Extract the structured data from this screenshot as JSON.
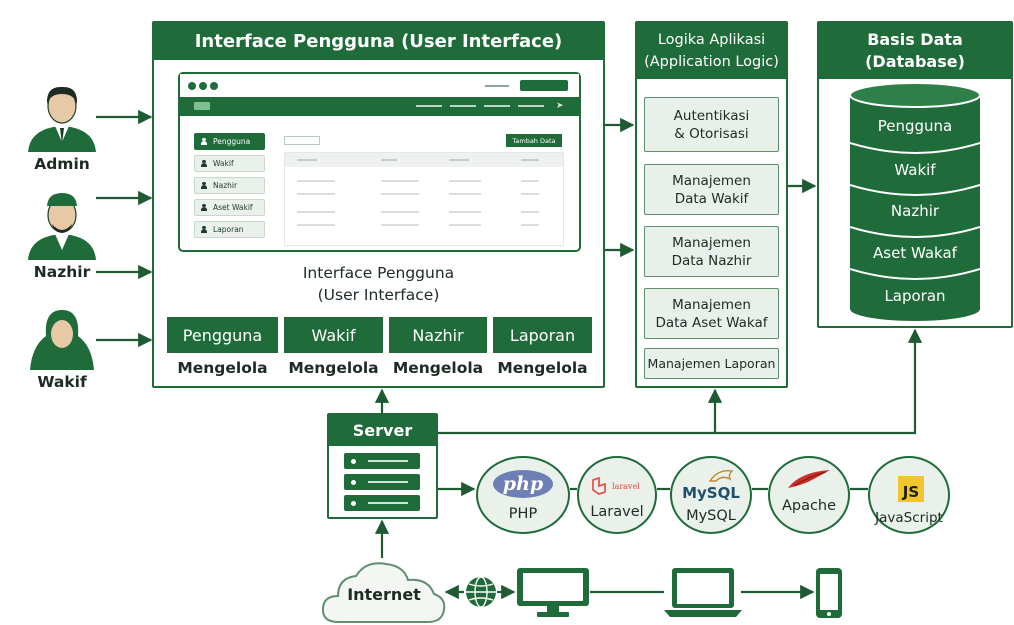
{
  "ui_panel": {
    "title": "Interface Pengguna (User Interface)",
    "caption_line1": "Interface Pengguna",
    "caption_line2": "(User Interface)",
    "mockup": {
      "add_button": "Tambah Data",
      "sidebar": [
        "Pengguna",
        "Wakif",
        "Nazhir",
        "Aset Wakif",
        "Laporan"
      ]
    },
    "modules": [
      {
        "name": "Pengguna",
        "action": "Mengelola"
      },
      {
        "name": "Wakif",
        "action": "Mengelola"
      },
      {
        "name": "Nazhir",
        "action": "Mengelola"
      },
      {
        "name": "Laporan",
        "action": "Mengelola"
      }
    ]
  },
  "roles": [
    "Admin",
    "Nazhir",
    "Wakif"
  ],
  "logic": {
    "title_line1": "Logika Aplikasi",
    "title_line2": "(Application Logic)",
    "items": [
      [
        "Autentikasi",
        "& Otorisasi"
      ],
      [
        "Manajemen",
        "Data Wakif"
      ],
      [
        "Manajemen",
        "Data Nazhir"
      ],
      [
        "Manajemen",
        "Data Aset Wakaf"
      ],
      [
        "Manajemen Laporan"
      ]
    ]
  },
  "database": {
    "title_line1": "Basis Data",
    "title_line2": "(Database)",
    "tables": [
      "Pengguna",
      "Wakif",
      "Nazhir",
      "Aset Wakaf",
      "Laporan"
    ]
  },
  "server": {
    "title": "Server"
  },
  "tech": [
    {
      "logo": "php",
      "name": "PHP"
    },
    {
      "logo": "laravel",
      "name": "Laravel"
    },
    {
      "logo": "MySQL",
      "name": "MySQL"
    },
    {
      "logo": "apache-feather-icon",
      "name": "Apache"
    },
    {
      "logo": "JS",
      "name": "JavaScript"
    }
  ],
  "network": {
    "internet": "Internet"
  },
  "colors": {
    "primary": "#1f6b3a",
    "light": "#e8f1e9"
  }
}
